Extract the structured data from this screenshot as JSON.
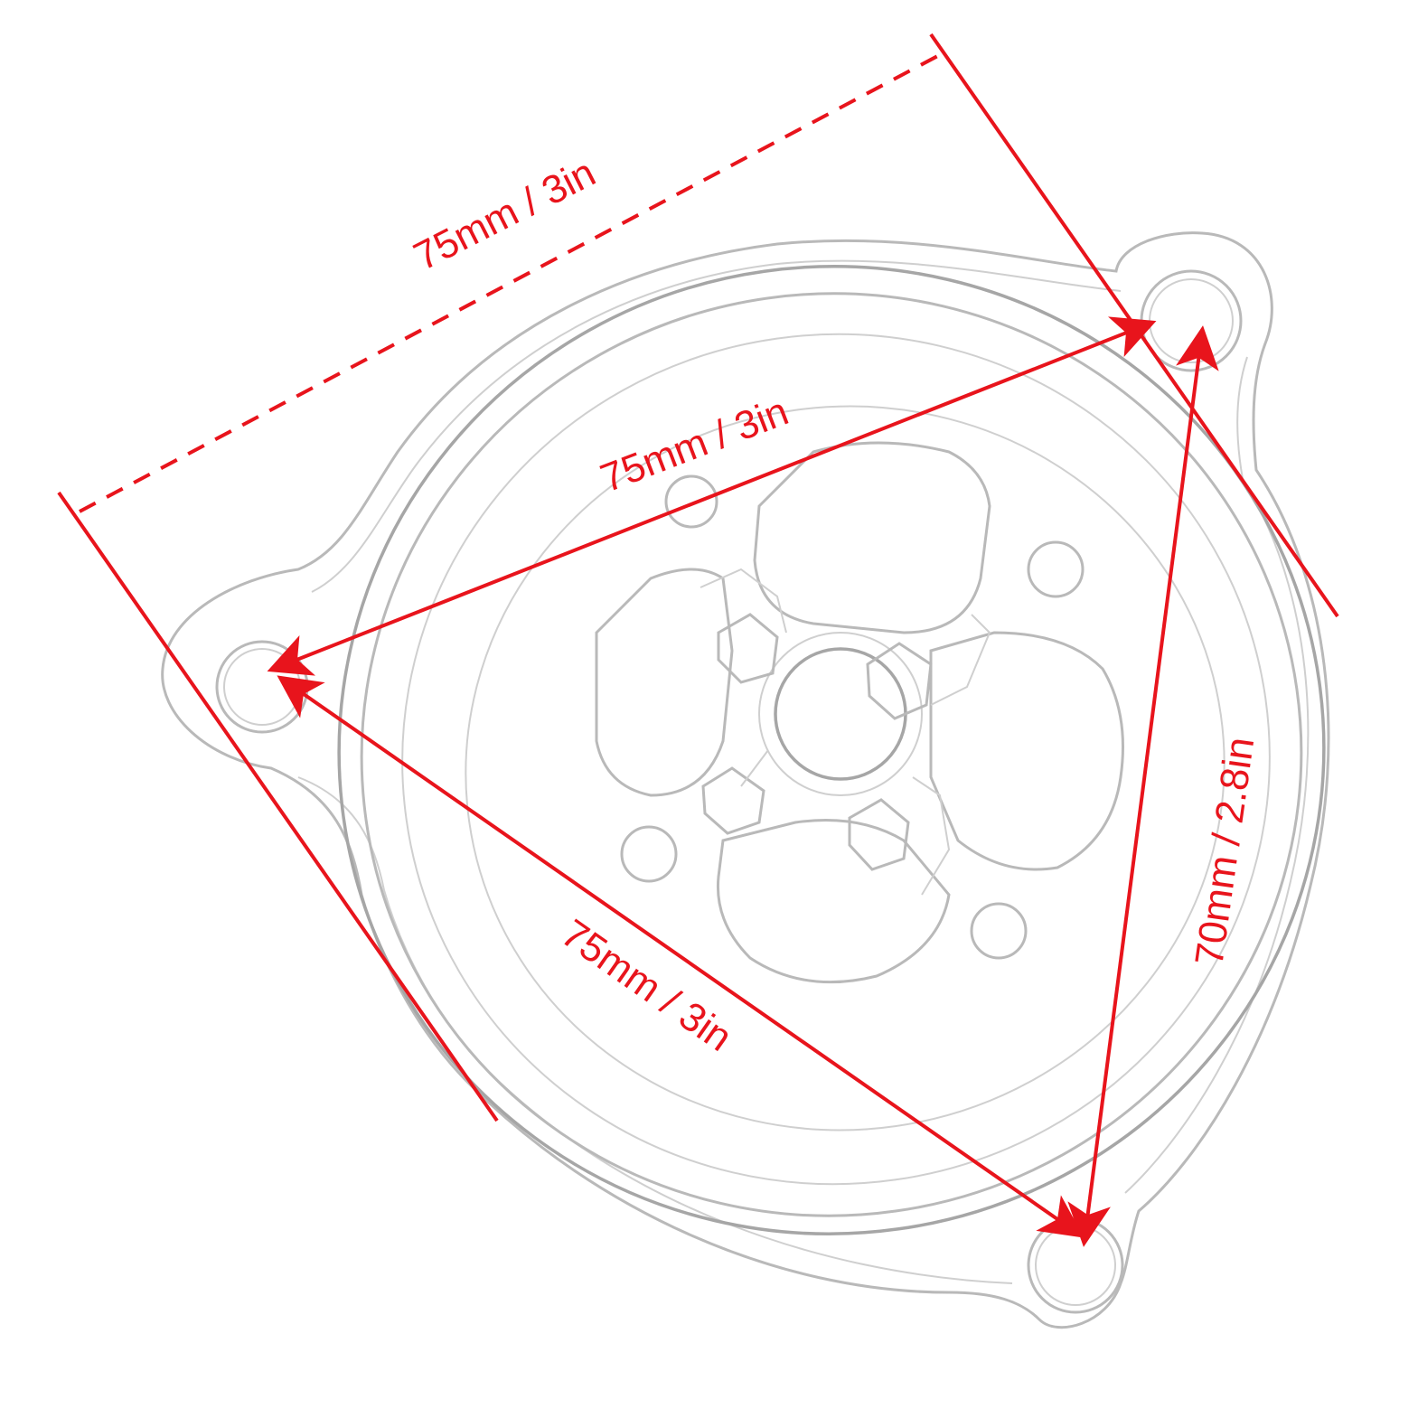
{
  "labels": {
    "top_dashed": "75mm / 3in",
    "upper_diagonal": "75mm / 3in",
    "lower_diagonal": "75mm / 3in",
    "right_vertical": "70mm / 2.8in"
  },
  "colors": {
    "dimension": "#e8141c",
    "part_outline": "#b9b9b9",
    "background": "#ffffff"
  },
  "icons": {
    "arrow": "arrowhead-icon"
  }
}
